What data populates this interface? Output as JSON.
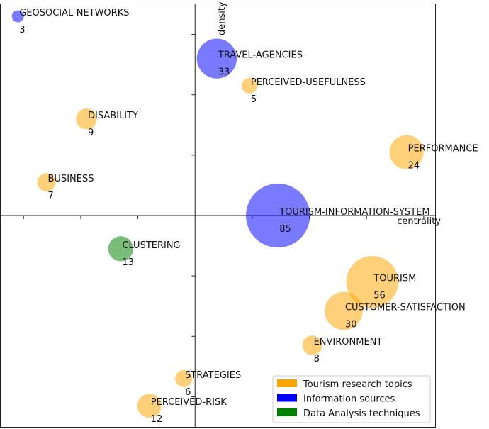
{
  "chart_data": {
    "type": "scatter",
    "title": "",
    "xlabel": "centrality",
    "ylabel": "density",
    "xlim": [
      -3.4,
      4.2
    ],
    "ylim": [
      -3.5,
      3.5
    ],
    "grid": false,
    "legend_position": "bottom-right",
    "categories": [
      {
        "key": "topic",
        "name": "Tourism research topics",
        "color": "#ffa500"
      },
      {
        "key": "info",
        "name": "Information sources",
        "color": "#0000ff"
      },
      {
        "key": "data",
        "name": "Data Analysis techniques",
        "color": "#008000"
      }
    ],
    "points": [
      {
        "label": "GEOSOCIAL-NETWORKS",
        "value": 3,
        "x": -3.1,
        "y": 3.3,
        "category": "info"
      },
      {
        "label": "TRAVEL-AGENCIES",
        "value": 33,
        "x": 0.38,
        "y": 2.6,
        "category": "info"
      },
      {
        "label": "PERCEIVED-USEFULNESS",
        "value": 5,
        "x": 0.95,
        "y": 2.15,
        "category": "topic"
      },
      {
        "label": "DISABILITY",
        "value": 9,
        "x": -1.9,
        "y": 1.6,
        "category": "topic"
      },
      {
        "label": "PERFORMANCE",
        "value": 24,
        "x": 3.7,
        "y": 1.05,
        "category": "topic"
      },
      {
        "label": "BUSINESS",
        "value": 7,
        "x": -2.6,
        "y": 0.55,
        "category": "topic"
      },
      {
        "label": "TOURISM-INFORMATION-SYSTEM",
        "value": 85,
        "x": 1.45,
        "y": 0.0,
        "category": "info"
      },
      {
        "label": "CLUSTERING",
        "value": 13,
        "x": -1.3,
        "y": -0.55,
        "category": "data"
      },
      {
        "label": "TOURISM",
        "value": 56,
        "x": 3.1,
        "y": -1.1,
        "category": "topic"
      },
      {
        "label": "CUSTOMER-SATISFACTION",
        "value": 30,
        "x": 2.6,
        "y": -1.58,
        "category": "topic"
      },
      {
        "label": "ENVIRONMENT",
        "value": 8,
        "x": 2.05,
        "y": -2.15,
        "category": "topic"
      },
      {
        "label": "STRATEGIES",
        "value": 6,
        "x": -0.2,
        "y": -2.7,
        "category": "topic"
      },
      {
        "label": "PERCEIVED-RISK",
        "value": 12,
        "x": -0.8,
        "y": -3.15,
        "category": "topic"
      }
    ]
  }
}
